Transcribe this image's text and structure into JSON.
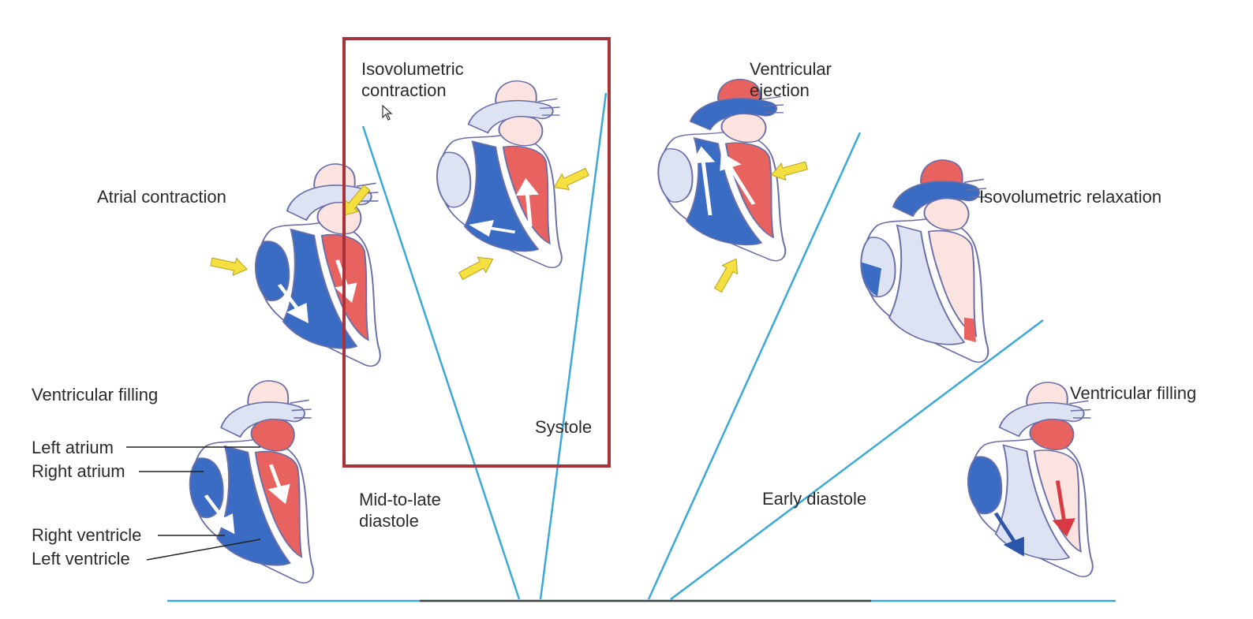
{
  "labels": {
    "isovolumetric_contraction": [
      "Isovolumetric",
      "contraction"
    ],
    "ventricular_ejection": [
      "Ventricular",
      "ejection"
    ],
    "atrial_contraction": "Atrial contraction",
    "isovolumetric_relaxation": "Isovolumetric relaxation",
    "ventricular_filling_left": "Ventricular filling",
    "ventricular_filling_right": "Ventricular filling",
    "systole": "Systole",
    "mid_to_late_diastole": [
      "Mid-to-late",
      "diastole"
    ],
    "early_diastole": "Early diastole"
  },
  "anatomy": {
    "left_atrium": "Left atrium",
    "right_atrium": "Right atrium",
    "right_ventricle": "Right ventricle",
    "left_ventricle": "Left ventricle"
  },
  "colors": {
    "oxygenated_red": "#e8635f",
    "deoxygenated_blue": "#3a6cc4",
    "pale_red": "#fbe3df",
    "pale_blue": "#dde3f3",
    "vessel_outline": "#6a6fa8",
    "phase_line": "#3aa8d8",
    "baseline": "#444444",
    "highlight": "#a8323a",
    "pressure_arrow": "#f4e040"
  },
  "icons": {
    "cursor": "mouse-pointer-icon",
    "pressure_arrow": "yellow-arrow-icon"
  }
}
